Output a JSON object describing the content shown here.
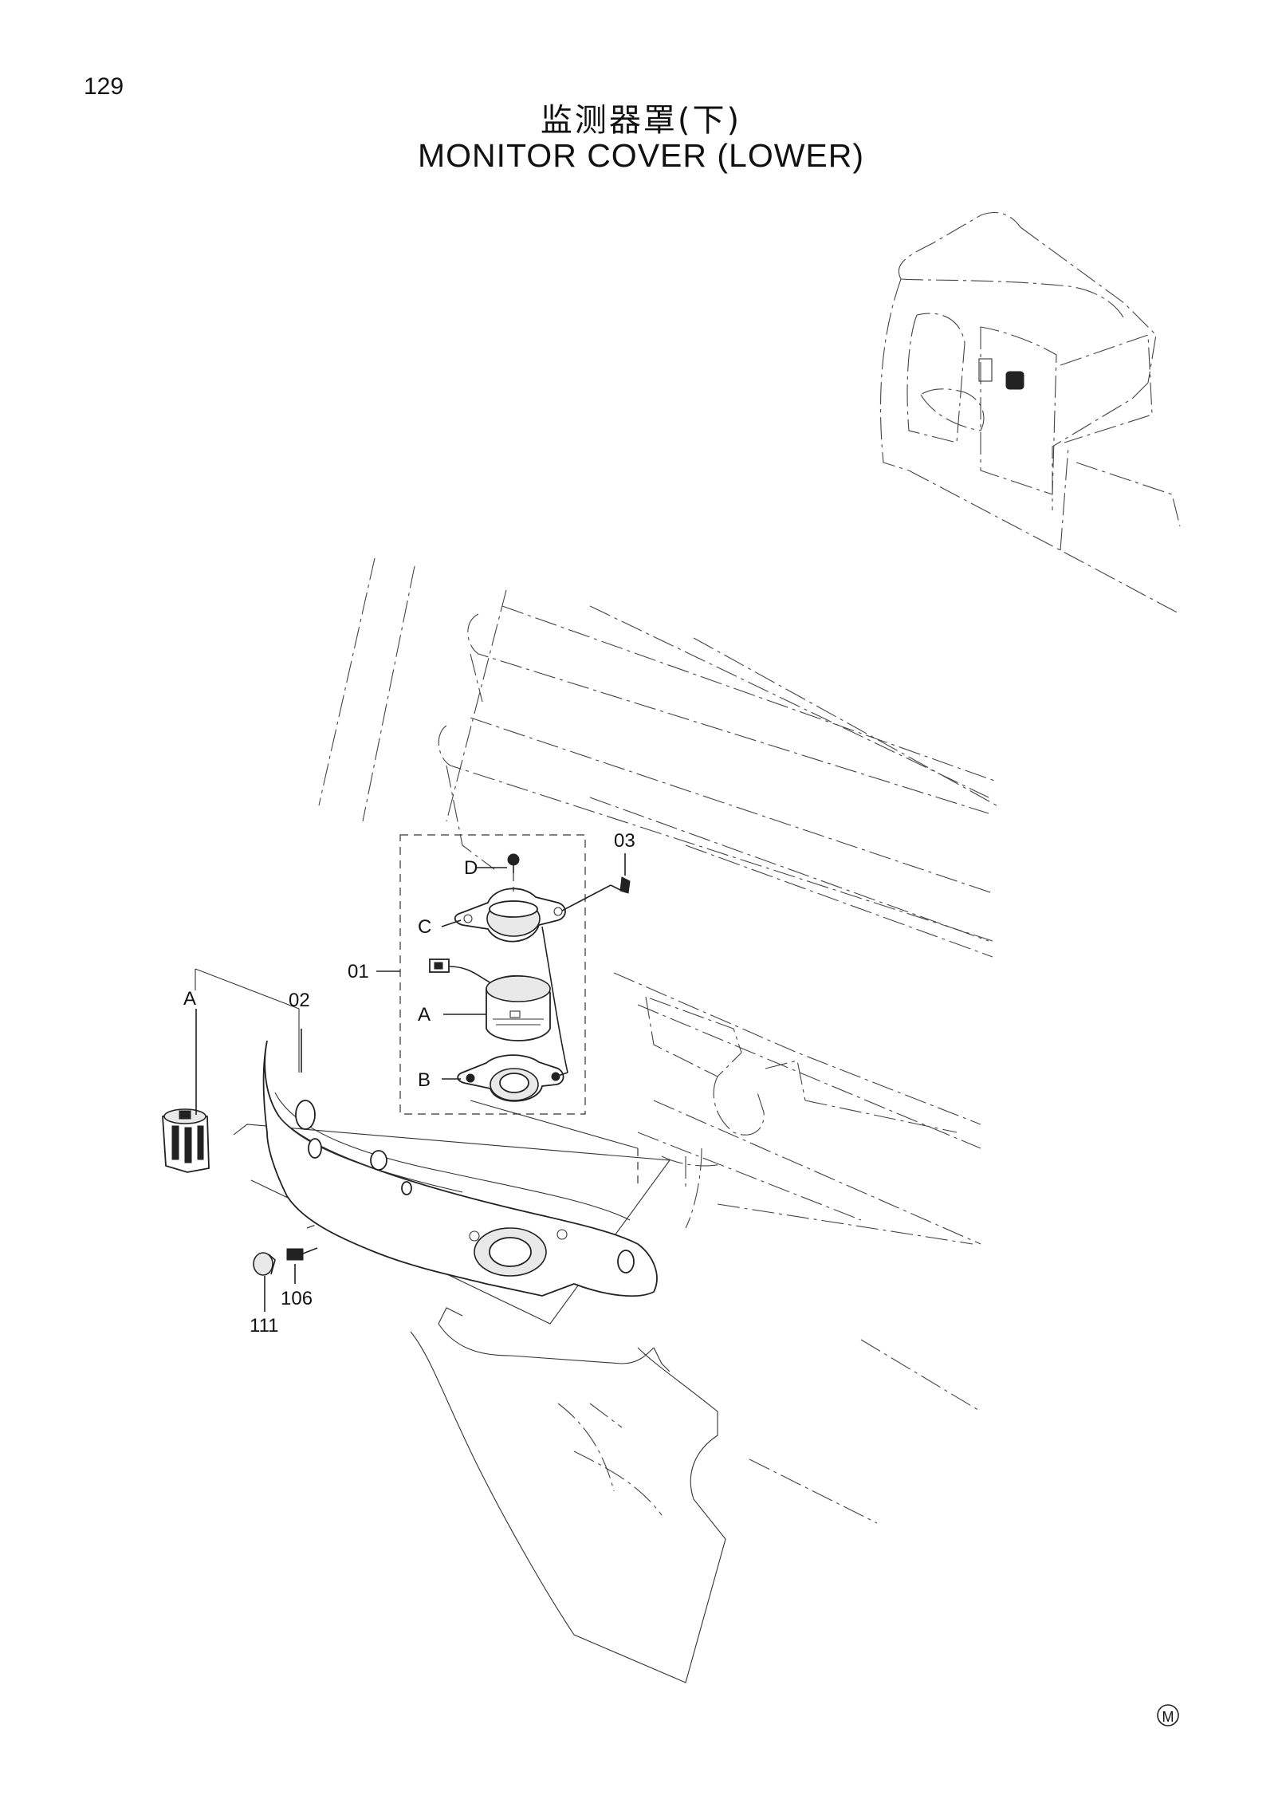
{
  "page_number": "129",
  "title_cn": "监测器罩(下)",
  "title_en": "MONITOR  COVER  (LOWER)",
  "callouts": {
    "p01": "01",
    "p02": "02",
    "p03": "03",
    "p106": "106",
    "p111": "111",
    "a_upper": "A",
    "a_monitor": "A",
    "b": "B",
    "c": "C",
    "d": "D"
  },
  "corner_mark": "M"
}
